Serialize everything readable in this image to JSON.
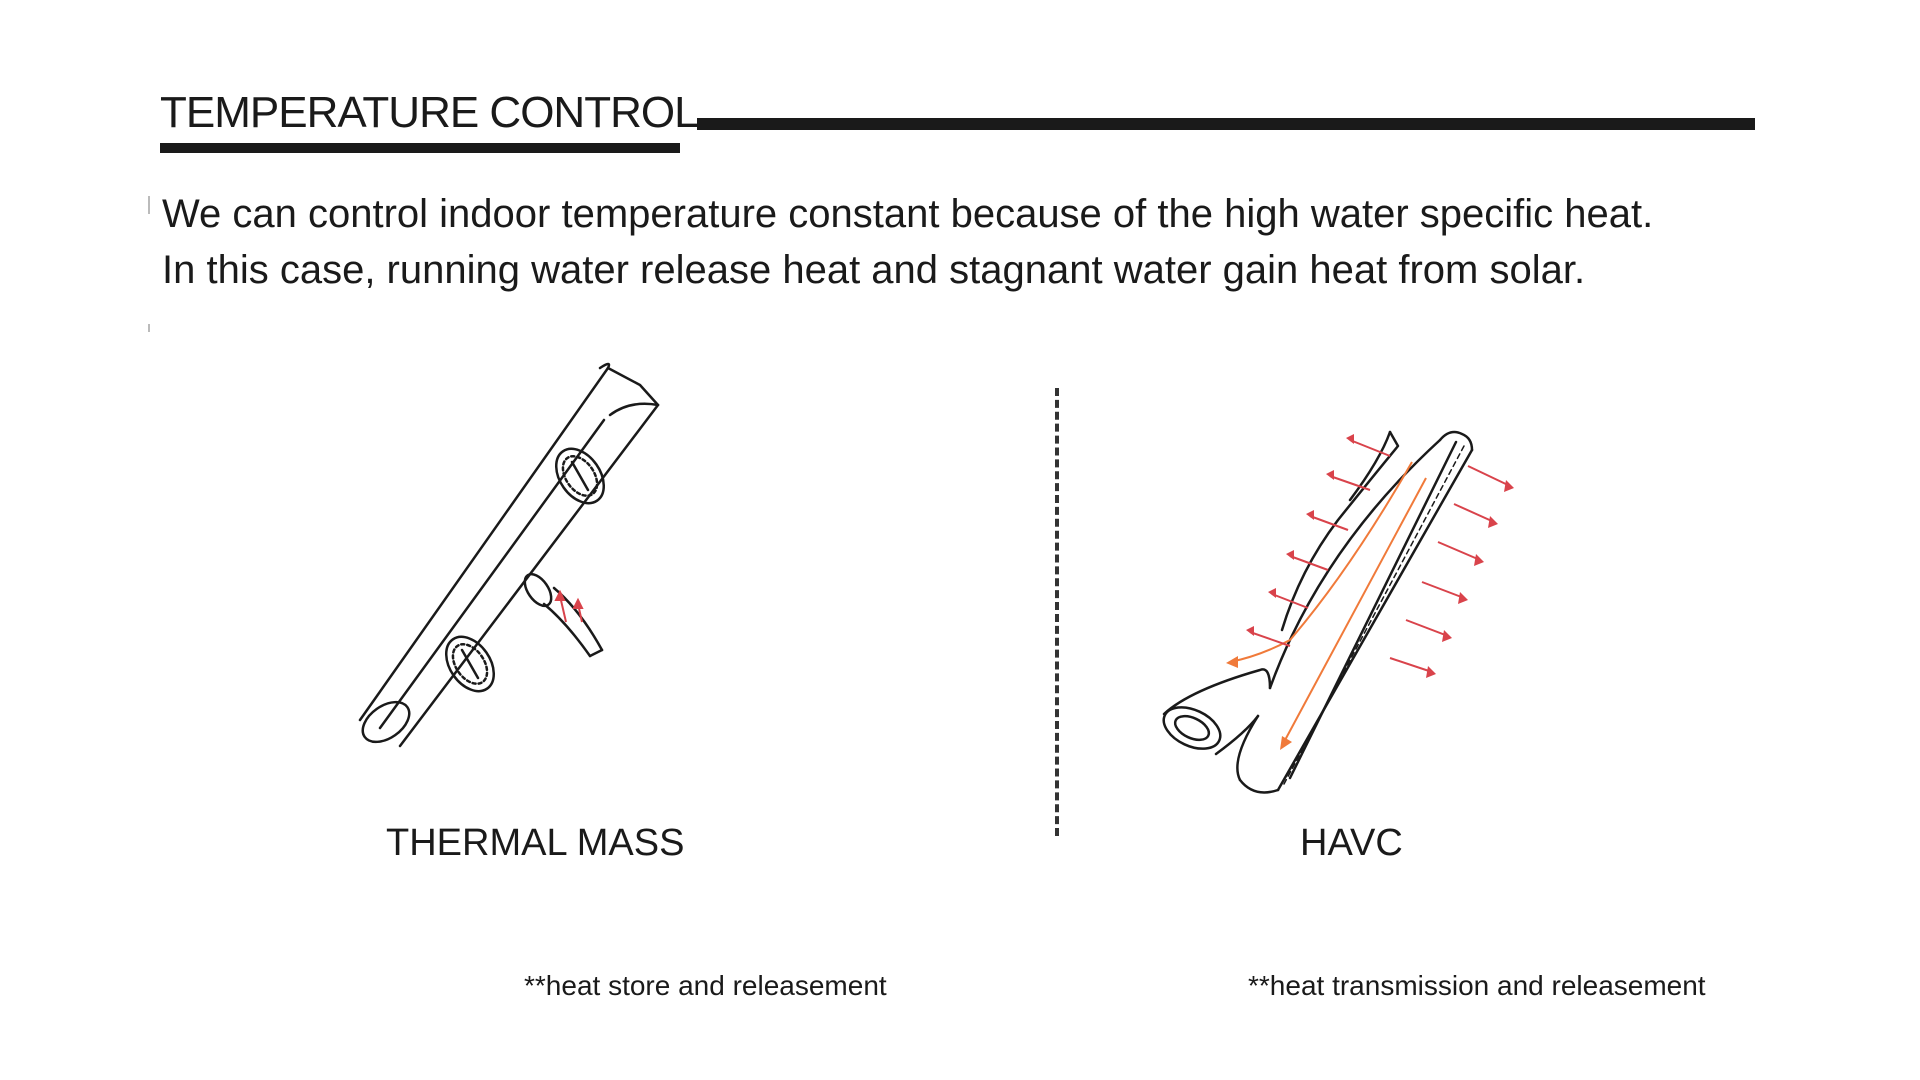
{
  "section": {
    "title": "TEMPERATURE CONTROL"
  },
  "intro": {
    "line1": "We can control indoor temperature constant because of the high water specific heat.",
    "line2": "In this case, running water release heat and stagnant water gain heat from solar."
  },
  "diagrams": [
    {
      "label": "THERMAL MASS",
      "note": "**heat store and releasement",
      "icon": "water-tube-thermal-mass"
    },
    {
      "label": "HAVC",
      "note": "**heat transmission and releasement",
      "icon": "water-tube-havc"
    }
  ],
  "colors": {
    "ink": "#1a1a1a",
    "heat_arrow_red": "#d9434b",
    "flow_arrow_orange": "#f07a3a"
  }
}
